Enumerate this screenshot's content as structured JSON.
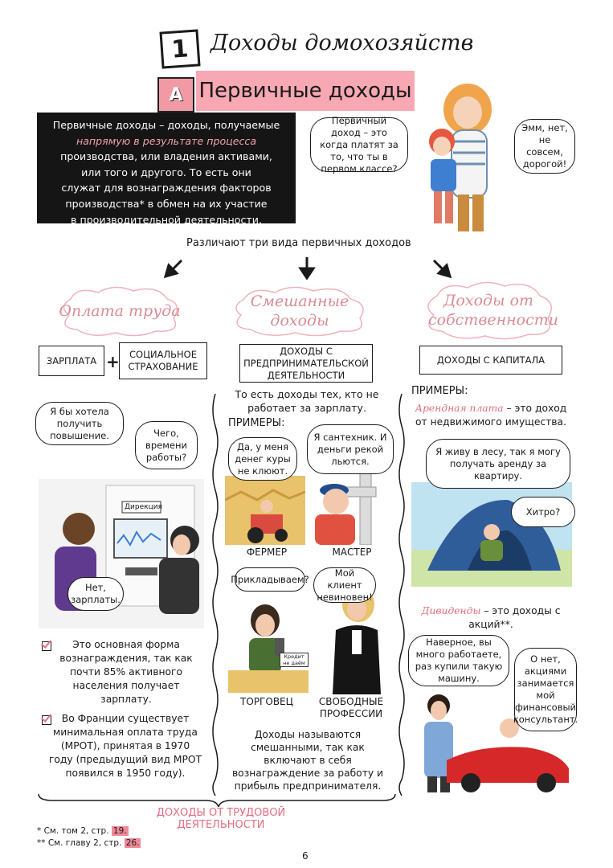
{
  "chapter": {
    "number": "1",
    "title": "Доходы домохозяйств"
  },
  "section": {
    "letter": "A",
    "title": "Первичные доходы"
  },
  "definition": {
    "line1": "Первичные доходы – доходы, получаемые",
    "highlight": "напрямую в результате процесса",
    "line2": "производства, или владения активами,",
    "line3": "или того и другого. То есть они",
    "line4": "служат для вознаграждения факторов",
    "line5": "производства* в обмен на их участие",
    "line6": "в производительной деятельности."
  },
  "top_bubbles": {
    "child": "Первичный доход – это когда платят за то, что ты в первом классе?",
    "mother": "Эмм, нет, не совсем, дорогой!"
  },
  "intro": "Различают три вида первичных доходов",
  "categories": {
    "labor": "Оплата труда",
    "mixed": "Смешанные доходы",
    "property": "Доходы от собственности"
  },
  "boxes": {
    "salary": "ЗАРПЛАТА",
    "plus": "+",
    "social": "СОЦИАЛЬНОЕ СТРАХОВАНИЕ",
    "mixed": "ДОХОДЫ С ПРЕДПРИНИМАТЕЛЬСКОЙ ДЕЯТЕЛЬНОСТИ",
    "capital": "ДОХОДЫ С КАПИТАЛА"
  },
  "left_column": {
    "bubble1": "Я бы хотела получить повышение.",
    "bubble2": "Чего, времени работы?",
    "sign": "Дирекция",
    "bubble3": "Нет, зарплаты.",
    "note1": "Это основная форма вознаграждения, так как почти 85% активного населения получает зарплату.",
    "note2": "Во Франции существует минимальная оплата труда (МРОТ), принятая в 1970 году (предыдущий вид МРОТ появился в 1950 году)."
  },
  "middle_column": {
    "desc": "То есть доходы тех, кто не работает за зарплату.",
    "examples": "ПРИМЕРЫ:",
    "farmer_bubble": "Да, у меня денег куры не клюют.",
    "plumber_bubble": "Я сантехник. И деньги рекой льются.",
    "farmer": "ФЕРМЕР",
    "master": "МАСТЕР",
    "trader_bubble": "Прикладываем?",
    "lawyer_bubble": "Мой клиент невиновен!",
    "card_sign": "Кредит не даём",
    "trader": "ТОРГОВЕЦ",
    "liberal": "СВОБОДНЫЕ ПРОФЕССИИ",
    "conclusion": "Доходы называются смешанными, так как включают в себя вознаграждение за работу и прибыль предпринимателя."
  },
  "right_column": {
    "examples": "ПРИМЕРЫ:",
    "rent_term": "Арендная плата",
    "rent_def": " – это доход от недвижимого имущества.",
    "tent_bubble": "Я живу в лесу, так я могу получать аренду за квартиру.",
    "smart_bubble": "Хитро?",
    "div_term": "Дивиденды",
    "div_def": " – это доходы с акций**.",
    "car_bubble1": "Наверное, вы много работаете, раз купили такую машину.",
    "car_bubble2": "О нет, акциями занимается мой финансовый консультант."
  },
  "bottom_label": "ДОХОДЫ ОТ ТРУДОВОЙ ДЕЯТЕЛЬНОСТИ",
  "footnotes": {
    "f1_text": "* См. том 2, стр.",
    "f1_page": "19.",
    "f2_text": "** См. главу 2, стр.",
    "f2_page": "26."
  },
  "page_number": "6",
  "colors": {
    "accent": "#f19aa5",
    "cloud_text": "#d98b96",
    "black_box": "#151515"
  }
}
